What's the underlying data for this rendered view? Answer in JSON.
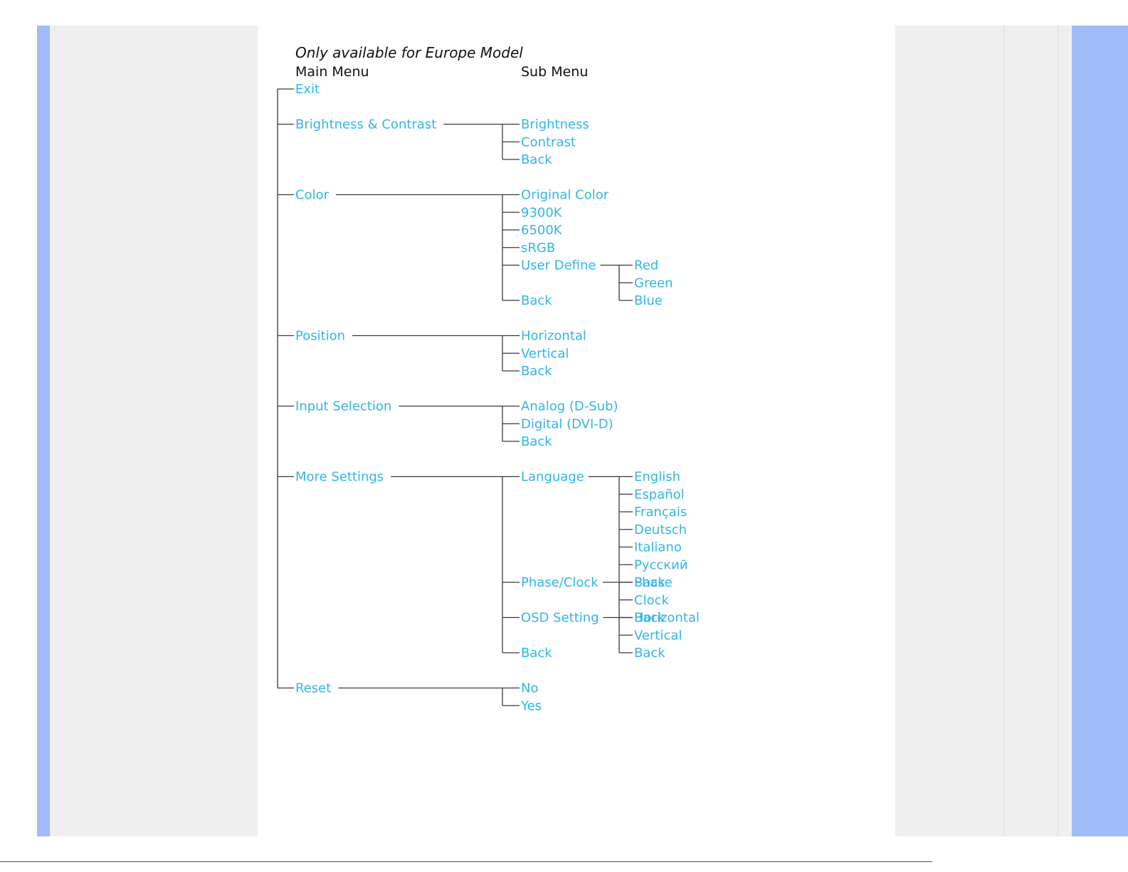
{
  "header": {
    "note": "Only available for Europe Model",
    "main_menu_label": "Main Menu",
    "sub_menu_label": "Sub Menu"
  },
  "colors": {
    "link": "#33b5e6",
    "page_panel": "#efefef",
    "side_stripe": "#9fbcf8"
  },
  "menu": [
    {
      "label": "Exit",
      "children": []
    },
    {
      "label": "Brightness & Contrast",
      "children": [
        {
          "label": "Brightness",
          "children": []
        },
        {
          "label": "Contrast",
          "children": []
        },
        {
          "label": "Back",
          "children": []
        }
      ]
    },
    {
      "label": "Color",
      "children": [
        {
          "label": "Original Color",
          "children": []
        },
        {
          "label": "9300K",
          "children": []
        },
        {
          "label": "6500K",
          "children": []
        },
        {
          "label": "sRGB",
          "children": []
        },
        {
          "label": "User Define",
          "children": [
            {
              "label": "Red"
            },
            {
              "label": "Green"
            },
            {
              "label": "Blue"
            }
          ]
        },
        {
          "label": "Back",
          "children": []
        }
      ]
    },
    {
      "label": "Position",
      "children": [
        {
          "label": "Horizontal",
          "children": []
        },
        {
          "label": "Vertical",
          "children": []
        },
        {
          "label": "Back",
          "children": []
        }
      ]
    },
    {
      "label": "Input Selection",
      "children": [
        {
          "label": "Analog (D-Sub)",
          "children": []
        },
        {
          "label": "Digital (DVI-D)",
          "children": []
        },
        {
          "label": "Back",
          "children": []
        }
      ]
    },
    {
      "label": "More Settings",
      "children": [
        {
          "label": "Language",
          "children": [
            {
              "label": "English"
            },
            {
              "label": "Español"
            },
            {
              "label": "Français"
            },
            {
              "label": "Deutsch"
            },
            {
              "label": "Italiano"
            },
            {
              "label": "Русский"
            },
            {
              "label": "Back"
            }
          ]
        },
        {
          "label": "Phase/Clock",
          "children": [
            {
              "label": "Phase"
            },
            {
              "label": "Clock"
            },
            {
              "label": "Back"
            }
          ]
        },
        {
          "label": "OSD Setting",
          "children": [
            {
              "label": "Horizontal"
            },
            {
              "label": "Vertical"
            },
            {
              "label": "Back"
            }
          ]
        },
        {
          "label": "Back",
          "children": []
        }
      ]
    },
    {
      "label": "Reset",
      "children": [
        {
          "label": "No",
          "children": []
        },
        {
          "label": "Yes",
          "children": []
        }
      ]
    }
  ]
}
